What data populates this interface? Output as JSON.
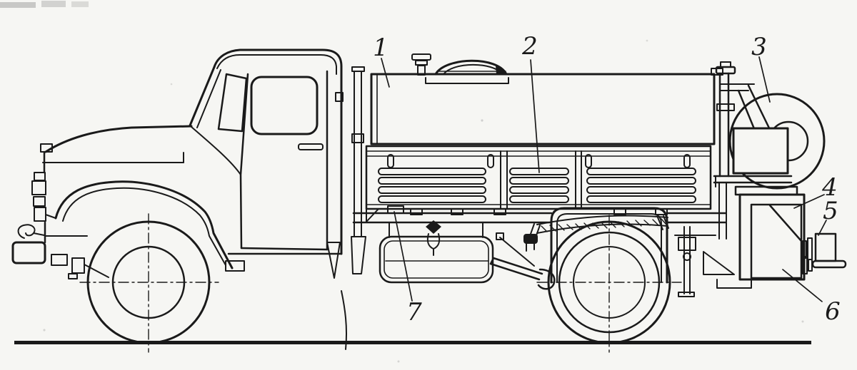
{
  "figure": {
    "type": "technical-line-drawing",
    "description": "Side view of a tanker truck with numbered part callouts"
  },
  "colors": {
    "ink": "#1a1a1a",
    "paper": "#f6f6f3"
  },
  "callouts": [
    {
      "number": "1"
    },
    {
      "number": "2"
    },
    {
      "number": "3"
    },
    {
      "number": "4"
    },
    {
      "number": "5"
    },
    {
      "number": "6"
    },
    {
      "number": "7"
    }
  ]
}
